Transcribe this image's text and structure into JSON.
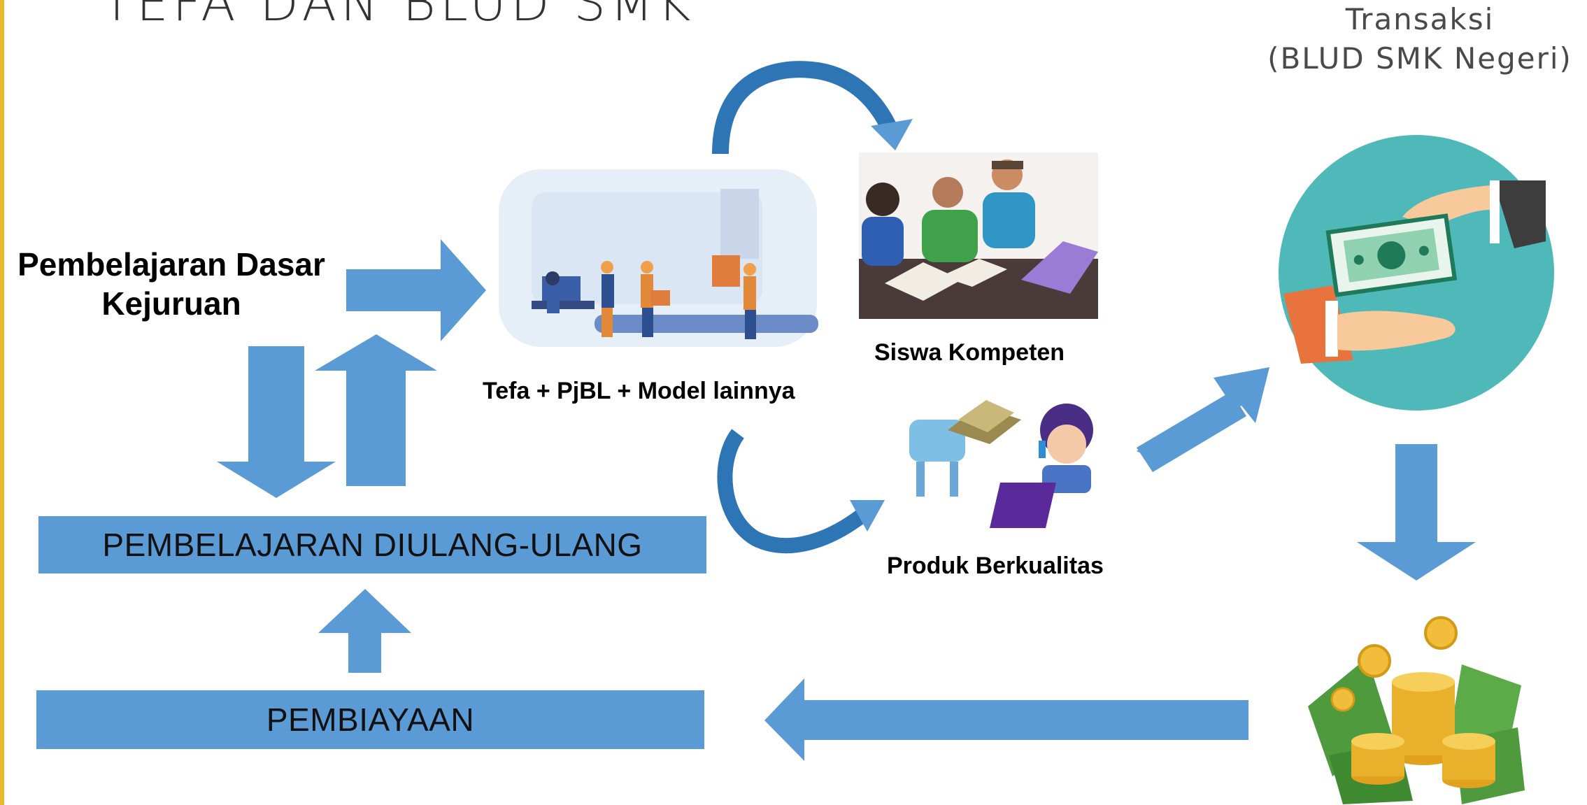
{
  "header": {
    "title": "TEFA DAN BLUD SMK"
  },
  "transaction": {
    "label_line1": "Transaksi",
    "label_line2": "(BLUD SMK Negeri)"
  },
  "labels": {
    "basic_learning_line1": "Pembelajaran Dasar",
    "basic_learning_line2": "Kejuruan",
    "tefa_caption": "Tefa + PjBL + Model lainnya",
    "competent_students": "Siswa Kompeten",
    "quality_products": "Produk Berkualitas"
  },
  "boxes": {
    "repeated_learning": "PEMBELAJARAN DIULANG-ULANG",
    "financing": "PEMBIAYAAN"
  },
  "colors": {
    "arrow": "#5b9bd5",
    "curve": "#2e75b6",
    "accent": "#e8b830",
    "circle": "#4fb8b8"
  },
  "icons": {
    "factory": "factory-illustration-icon",
    "team": "students-team-icon",
    "products": "products-illustration-icon",
    "transaction": "money-handover-icon",
    "money": "money-pile-icon"
  }
}
